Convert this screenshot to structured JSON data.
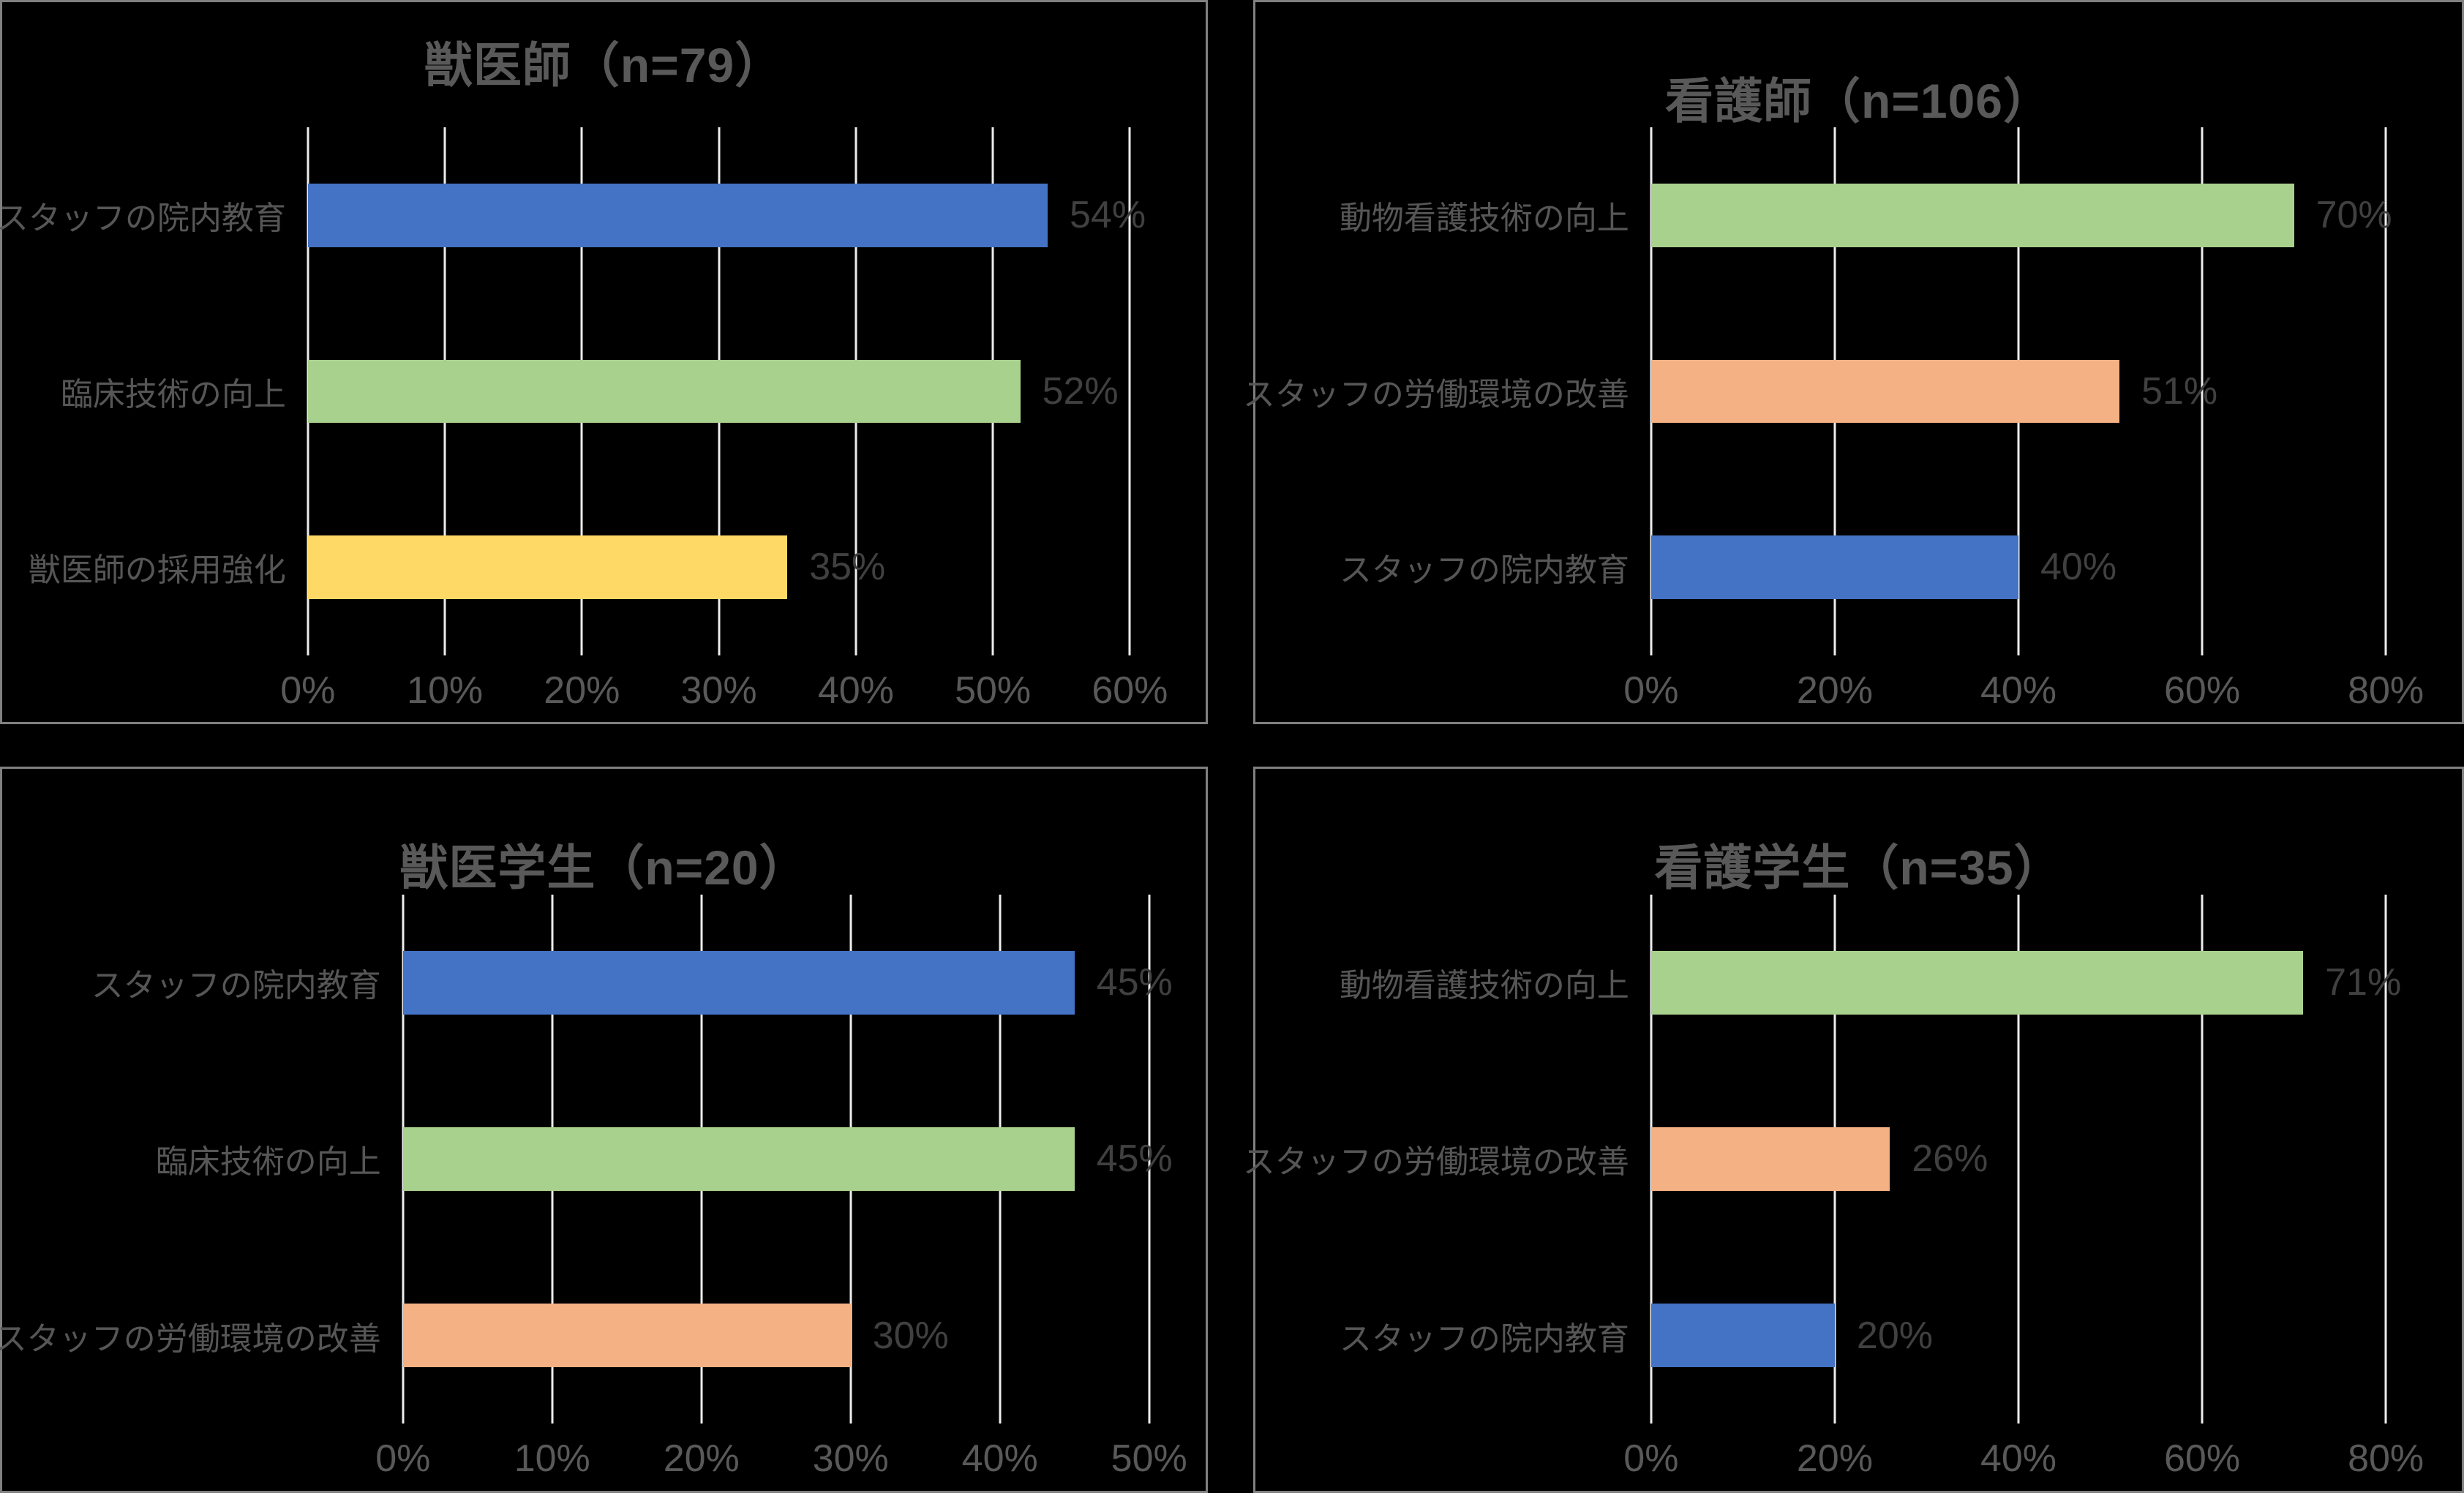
{
  "style": {
    "background": "#000000",
    "panel_border": "#808080",
    "gridline": "#EDEDED",
    "title_color": "#595959",
    "category_label_color": "#565656",
    "value_label_color": "#404040",
    "tick_label_color": "#595959",
    "bar_blue": "#4472C4",
    "bar_green": "#A9D18E",
    "bar_orange": "#F4B183",
    "bar_yellow": "#FFD966"
  },
  "chart_data": [
    {
      "type": "bar",
      "orientation": "horizontal",
      "title": "獣医師（n=79）",
      "categories": [
        "スタッフの院内教育",
        "臨床技術の向上",
        "獣医師の採用強化"
      ],
      "values": [
        54,
        52,
        35
      ],
      "value_labels": [
        "54%",
        "52%",
        "35%"
      ],
      "bar_colors": [
        "#4472C4",
        "#A9D18E",
        "#FFD966"
      ],
      "xlim": [
        0,
        60
      ],
      "x_ticks": [
        "0%",
        "10%",
        "20%",
        "30%",
        "40%",
        "50%",
        "60%"
      ],
      "grid": true,
      "legend": false
    },
    {
      "type": "bar",
      "orientation": "horizontal",
      "title": "看護師（n=106）",
      "categories": [
        "動物看護技術の向上",
        "スタッフの労働環境の改善",
        "スタッフの院内教育"
      ],
      "values": [
        70,
        51,
        40
      ],
      "value_labels": [
        "70%",
        "51%",
        "40%"
      ],
      "bar_colors": [
        "#A9D18E",
        "#F4B183",
        "#4472C4"
      ],
      "xlim": [
        0,
        80
      ],
      "x_ticks": [
        "0%",
        "20%",
        "40%",
        "60%",
        "80%"
      ],
      "grid": true,
      "legend": false
    },
    {
      "type": "bar",
      "orientation": "horizontal",
      "title": "獣医学生（n=20）",
      "categories": [
        "スタッフの院内教育",
        "臨床技術の向上",
        "スタッフの労働環境の改善"
      ],
      "values": [
        45,
        45,
        30
      ],
      "value_labels": [
        "45%",
        "45%",
        "30%"
      ],
      "bar_colors": [
        "#4472C4",
        "#A9D18E",
        "#F4B183"
      ],
      "xlim": [
        0,
        50
      ],
      "x_ticks": [
        "0%",
        "10%",
        "20%",
        "30%",
        "40%",
        "50%"
      ],
      "grid": true,
      "legend": false
    },
    {
      "type": "bar",
      "orientation": "horizontal",
      "title": "看護学生（n=35）",
      "categories": [
        "動物看護技術の向上",
        "スタッフの労働環境の改善",
        "スタッフの院内教育"
      ],
      "values": [
        71,
        26,
        20
      ],
      "value_labels": [
        "71%",
        "26%",
        "20%"
      ],
      "bar_colors": [
        "#A9D18E",
        "#F4B183",
        "#4472C4"
      ],
      "xlim": [
        0,
        80
      ],
      "x_ticks": [
        "0%",
        "20%",
        "40%",
        "60%",
        "80%"
      ],
      "grid": true,
      "legend": false
    }
  ]
}
